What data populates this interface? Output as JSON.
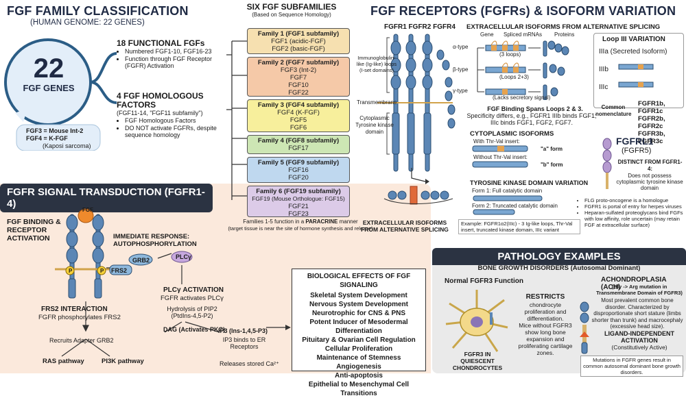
{
  "classification": {
    "title": "FGF FAMILY CLASSIFICATION",
    "subtitle": "(HUMAN GENOME: 22 GENES)",
    "circle_number": "22",
    "circle_label": "FGF GENES",
    "functional": {
      "title": "18 FUNCTIONAL FGFs",
      "bullets": [
        "Numbered FGF1-10, FGF16-23",
        "Function through FGF Receptor (FGFR) Activation"
      ]
    },
    "homologous": {
      "title": "4 FGF HOMOLOGOUS FACTORS",
      "subtitle": "(FGF11-14, \"FGF11 subfamily\")",
      "bullets": [
        "FGF Homologous Factors",
        "DO NOT activate FGFRs, despite sequence homology"
      ]
    },
    "note_line1": "FGF3 = Mouse Int-2",
    "note_line2": "FGF4 = K-FGF",
    "note_line3": "(Kaposi sarcoma)"
  },
  "subfamilies": {
    "title": "SIX FGF SUBFAMILIES",
    "subtitle": "(Based on Sequence Homology)",
    "families": [
      {
        "title": "Family 1 (FGF1 subfamily)",
        "members": [
          "FGF1 (acidic-FGF)",
          "FGF2 (basic-FGF)"
        ],
        "color": "#f6e0b0"
      },
      {
        "title": "Family 2 (FGF7 subfamily)",
        "members": [
          "FGF3 (Int-2)",
          "FGF7",
          "FGF10",
          "FGF22"
        ],
        "color": "#f5c9a8"
      },
      {
        "title": "Family 3 (FGF4 subfamily)",
        "members": [
          "FGF4 (K-FGF)",
          "FGF5",
          "FGF6"
        ],
        "color": "#f7ef9c"
      },
      {
        "title": "Family 4 (FGF8 subfamily)",
        "members": [
          "FGF17"
        ],
        "color": "#cde6b4"
      },
      {
        "title": "Family 5 (FGF9 subfamily)",
        "members": [
          "FGF16",
          "FGF20"
        ],
        "color": "#bfd8ef"
      },
      {
        "title": "Family 6 (FGF19 subfamily)",
        "members": [
          "FGF19 (Mouse Orthologue: FGF15)",
          "FGF21",
          "FGF23"
        ],
        "color": "#dccbe8"
      }
    ],
    "paracrine_note_a": "Families 1-5 function in a ",
    "paracrine_note_b": "PARACRINE",
    "paracrine_note_c": " manner",
    "paracrine_note2": "(target tissue is near the site of hormone synthesis and release)"
  },
  "receptors": {
    "title": "FGF RECEPTORS (FGFRs) & ISOFORM VARIATION",
    "receptor_labels": "FGFR1 FGFR2 FGFR4",
    "ig_label": "Immunoglobulin-like (Ig-like) loops (I-set domains)",
    "transmembrane": "Transmembrane",
    "kinase": "Cytoplasmic Tyrosine kinase domain",
    "ext_isoforms": "EXTRACELLULAR ISOFORMS FROM ALTERNATIVE SPLICING",
    "ext_splice_title": "EXTRACELLULAR ISOFORMS FROM ALTERNATIVE SPLICING",
    "col_gene": "Gene",
    "col_mrna": "Spliced mRNAs",
    "col_proteins": "Proteins",
    "alpha": "α-type",
    "alpha_note": "(3 loops)",
    "beta": "β-type",
    "beta_note": "(Loops 2+3)",
    "gamma": "γ-type",
    "gamma_note": "(Lacks secretory signal)",
    "loop3_title": "Loop III VARIATION",
    "loop3_a": "IIIa (Secreted Isoform)",
    "loop3_b": "IIIb",
    "loop3_c": "IIIc",
    "binding_title": "FGF Binding Spans Loops 2 & 3.",
    "binding_text": "Specificity differs, e.g., FGFR1 IIIb binds FGF1; IIIc binds FGF1, FGF2, FGF7.",
    "nomenclature_label": "Common nomenclature",
    "nomenclature": [
      "FGFR1b, FGFR1c",
      "FGFR2b, FGFR2c",
      "FGFR3b, FGFR3c"
    ],
    "cyto_title": "CYTOPLASMIC ISOFORMS",
    "cyto_with": "With Thr-Val insert:",
    "cyto_a": "\"a\" form",
    "cyto_without": "Without Thr-Val insert:",
    "cyto_b": "\"b\" form",
    "tk_title": "TYROSINE KINASE DOMAIN VARIATION",
    "tk_form1": "Form 1: Full catalytic domain",
    "tk_form2": "Form 2: Truncated catalytic domain",
    "example": "Example: FGFR1α2(IIIc) - 3 Ig-like loops, Thr-Val insert, truncated kinase domain, IIIc variant",
    "fgfrl1_title": "FGFRL1",
    "fgfrl1_sub": "(FGFR5)",
    "fgfrl1_distinct": "DISTINCT FROM FGFR1-4:",
    "fgfrl1_text": "Does not possess cytoplasmic tyrosine kinase domain",
    "notes": [
      "FLG proto-oncogene is a homologue",
      "FGFR1 is portal of entry for herpes viruses",
      "Heparan-sulfated proteoglycans bind FGFs with low affinity, role uncertain (may retain FGF at extracellular surface)"
    ]
  },
  "signal": {
    "title": "FGFR SIGNAL TRANSDUCTION (FGFR1-4)",
    "fgf": "FGF",
    "binding": "FGF BINDING & RECEPTOR ACTIVATION",
    "immediate": "IMMEDIATE RESPONSE: AUTOPHOSPHORYLATION",
    "p": "P",
    "frs2": "FRS2",
    "grb2": "GRB2",
    "plcg": "PLCγ",
    "frs2_title": "FRS2 INTERACTION",
    "frs2_text": "FGFR phosphorylates FRS2",
    "recruits": "Recruits Adapter GRB2",
    "ras": "RAS pathway",
    "pi3k": "PI3K pathway",
    "plcg_title": "PLCγ ACTIVATION",
    "plcg_text": "FGFR activates PLCγ",
    "hydrolysis": "Hydrolysis of PIP2 (PtdIns-4,5-P2)",
    "dag": "DAG (Activates PKC)",
    "ip3": "IP3 (Ins-1,4,5-P3)",
    "ip3_text": "IP3 binds to ER Receptors",
    "ca": "Releases stored Ca²⁺",
    "effects_title": "BIOLOGICAL EFFECTS OF FGF SIGNALING",
    "effects": [
      "Skeletal System Development",
      "Nervous System Development",
      "Neurotrophic for CNS & PNS",
      "Potent Inducer of Mesodermal Differentiation",
      "Pituitary & Ovarian Cell Regulation",
      "Cellular Proliferation",
      "Maintenance of Stemness",
      "Angiogenesis",
      "Anti-apoptosis",
      "Epithelial to Mesenchymal Cell Transitions"
    ]
  },
  "pathology": {
    "title": "PATHOLOGY EXAMPLES",
    "subtitle": "BONE GROWTH DISORDERS (Autosomal Dominant)",
    "normal": "Normal FGFR3 Function",
    "restricts": "RESTRICTS",
    "restricts_text": "chondrocyte proliferation and differentiation.",
    "mice": "Mice without FGFR3 show long bone expansion and proliferating cartilage zones.",
    "quiescent": "FGFR3 IN QUIESCENT CHONDROCYTES",
    "ach_title": "ACHONDROPLASIA (ACH)",
    "ach_sub": "(Gly -> Arg mutation in Transmembrane Domain of FGFR3)",
    "ach_text": "Most prevalent common bone disorder. Characterized by disproportionate short stature (limbs shorter than trunk) and macrocephaly (excessive head size).",
    "ligand": "LIGAND-INDEPENDENT ACTIVATION",
    "ligand_sub": "(Constitutively Active)",
    "mutation_note": "Mutations in FGFR genes result in common autosomal dominant bone growth disorders."
  }
}
